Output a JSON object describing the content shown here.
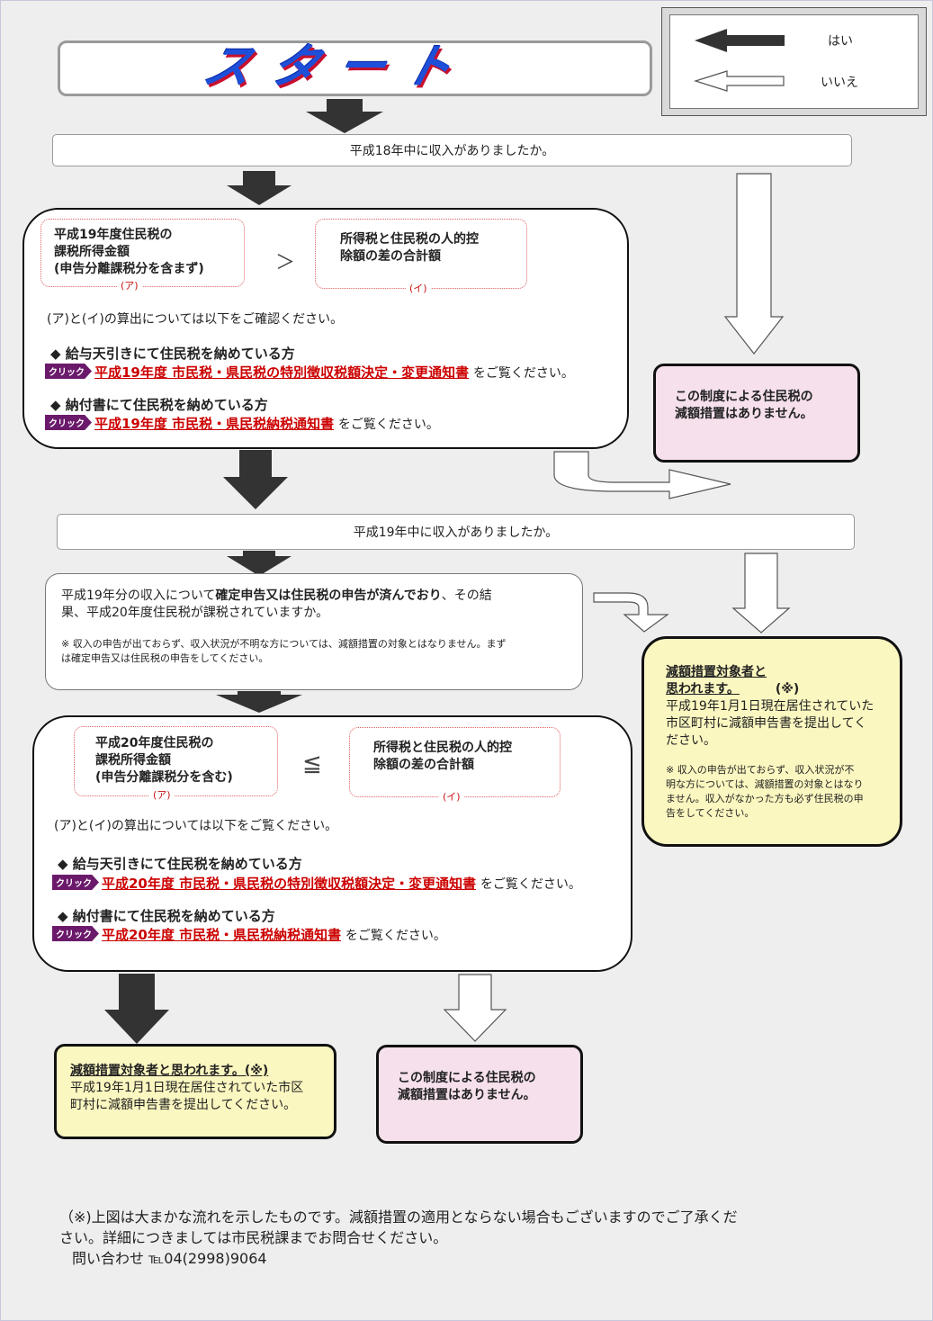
{
  "start_title": "スタート",
  "legend": {
    "yes": "はい",
    "no": "いいえ"
  },
  "q1": "平成18年中に収入がありましたか。",
  "q2": "平成19年中に収入がありましたか。",
  "box1": {
    "a_text": [
      "平成19年度住民税の",
      "課税所得金額",
      "(申告分離課税分を含まず)"
    ],
    "a_mark": "(ア)",
    "compare": "＞",
    "i_text": [
      "所得税と住民税の人的控",
      "除額の差の合計額"
    ],
    "i_mark": "(イ)",
    "note": "(ア)と(イ)の算出については以下をご確認ください。",
    "h1": "◆ 給与天引きにて住民税を納めている方",
    "badge": "クリック",
    "link1": "平成19年度 市民税・県民税の特別徴収税額決定・変更通知書",
    "tail1": "をご覧ください。",
    "h2": "◆ 納付書にて住民税を納めている方",
    "link2": "平成19年度 市民税・県民税納税通知書",
    "tail2": "をご覧ください。"
  },
  "no_measure_1": [
    "この制度による住民税の",
    "減額措置はありません。"
  ],
  "box2": {
    "line1a": "平成19年分の収入について",
    "line1b": "確定申告又は住民税の申告が済んでおり",
    "line1c": "、その結",
    "line2": "果、平成20年度住民税が課税されていますか。",
    "note1": "※ 収入の申告が出ておらず、収入状況が不明な方については、減額措置の対象とはなりません。まず",
    "note2": "は確定申告又は住民税の申告をしてください。"
  },
  "target_right": {
    "title1": "減額措置対象者と",
    "title2": "思われます。",
    "mark": "(※)",
    "body": [
      "平成19年1月1日現在居住されていた",
      "市区町村に減額申告書を提出してく",
      "ださい。"
    ],
    "note": [
      "※ 収入の申告が出ておらず、収入状況が不",
      "明な方については、減額措置の対象とはなり",
      "ません。収入がなかった方も必ず住民税の申",
      "告をしてください。"
    ]
  },
  "box3": {
    "a_text": [
      "平成20年度住民税の",
      "課税所得金額",
      "(申告分離課税分を含む)"
    ],
    "a_mark": "(ア)",
    "compare": "≦",
    "i_text": [
      "所得税と住民税の人的控",
      "除額の差の合計額"
    ],
    "i_mark": "(イ)",
    "note": "(ア)と(イ)の算出については以下をご覧ください。",
    "h1": "◆ 給与天引きにて住民税を納めている方",
    "badge": "クリック",
    "link1": "平成20年度 市民税・県民税の特別徴収税額決定・変更通知書",
    "tail1": "をご覧ください。",
    "h2": "◆ 納付書にて住民税を納めている方",
    "link2": "平成20年度 市民税・県民税納税通知書",
    "tail2": "をご覧ください。"
  },
  "target_bottom": {
    "title": "減額措置対象者と思われます。(※)",
    "body": [
      "平成19年1月1日現在居住されていた市区",
      "町村に減額申告書を提出してください。"
    ]
  },
  "no_measure_2": [
    "この制度による住民税の",
    "減額措置はありません。"
  ],
  "footer": {
    "line1": "（※)上図は大まかな流れを示したものです。減額措置の適用とならない場合もございますのでご了承くだ",
    "line2": "さい。詳細につきましては市民税課までお問合せください。",
    "line3": "問い合わせ ℡04(2998)9064"
  }
}
